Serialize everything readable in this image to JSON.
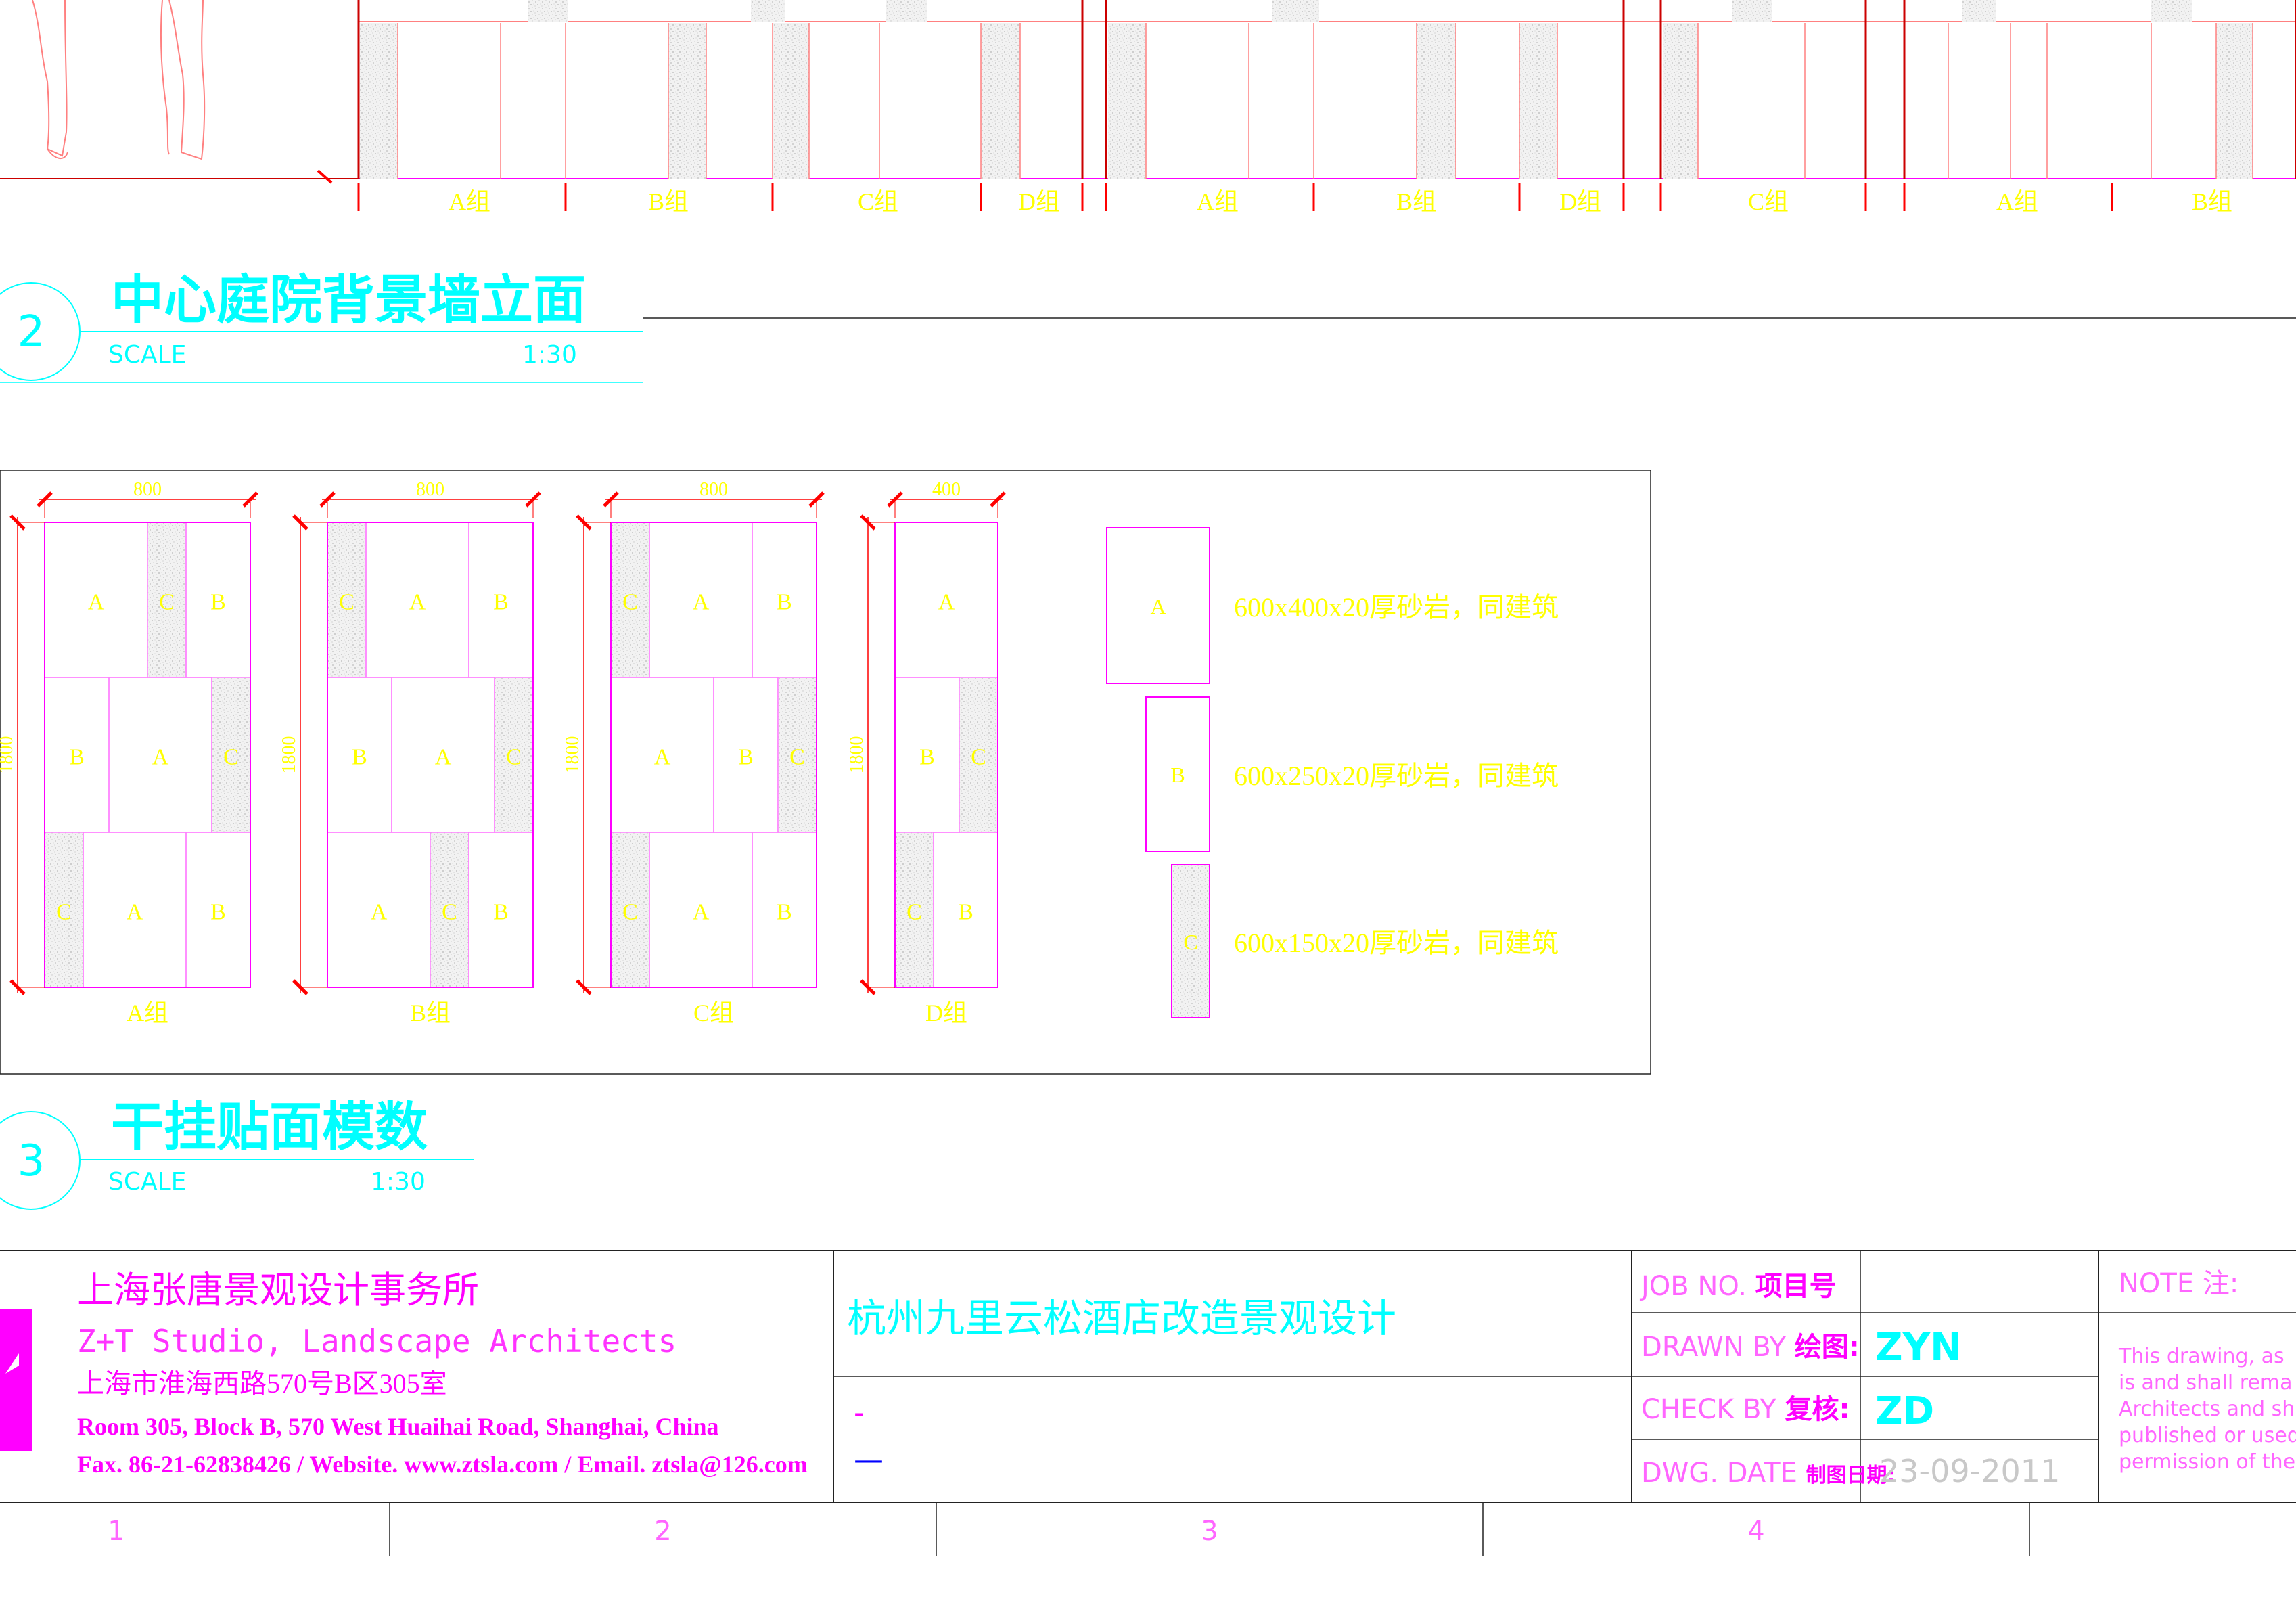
{
  "top_strip": {
    "group_labels": [
      "A组",
      "B组",
      "C组",
      "D组",
      "A组",
      "B组",
      "D组",
      "C组",
      "A组",
      "B组"
    ]
  },
  "section2": {
    "number": "2",
    "title": "中心庭院背景墙立面",
    "scale_label": "SCALE",
    "scale_value": "1:30"
  },
  "section3": {
    "number": "3",
    "title": "干挂贴面模数",
    "scale_label": "SCALE",
    "scale_value": "1:30"
  },
  "panels": [
    {
      "name": "A组",
      "width_dim": "800",
      "height_dim": "1800",
      "rows": [
        [
          "A",
          "C",
          "B"
        ],
        [
          "B",
          "A",
          "C"
        ],
        [
          "C",
          "A",
          "B"
        ]
      ]
    },
    {
      "name": "B组",
      "width_dim": "800",
      "height_dim": "1800",
      "rows": [
        [
          "C",
          "A",
          "B"
        ],
        [
          "B",
          "A",
          "C"
        ],
        [
          "A",
          "C",
          "B"
        ]
      ]
    },
    {
      "name": "C组",
      "width_dim": "800",
      "height_dim": "1800",
      "rows": [
        [
          "C",
          "A",
          "B"
        ],
        [
          "A",
          "B",
          "C"
        ],
        [
          "C",
          "A",
          "B"
        ]
      ]
    },
    {
      "name": "D组",
      "width_dim": "400",
      "height_dim": "1800",
      "rows": [
        [
          "A"
        ],
        [
          "B",
          "C"
        ],
        [
          "C",
          "B"
        ]
      ]
    }
  ],
  "legend": [
    {
      "letter": "A",
      "desc": "600x400x20厚砂岩，同建筑"
    },
    {
      "letter": "B",
      "desc": "600x250x20厚砂岩，同建筑"
    },
    {
      "letter": "C",
      "desc": "600x150x20厚砂岩，同建筑"
    }
  ],
  "title_block": {
    "firm_cn": "上海张唐景观设计事务所",
    "firm_en": "Z+T Studio, Landscape Architects",
    "address_cn": "上海市淮海西路570号B区305室",
    "address_en": "Room 305, Block B, 570 West Huaihai Road, Shanghai, China",
    "contact": "Fax. 86-21-62838426 / Website. www.ztsla.com / Email. ztsla@126.com",
    "project": "杭州九里云松酒店改造景观设计",
    "dash1": "-",
    "dash2": "—",
    "job_no_label_en": "JOB NO.",
    "job_no_label_cn": "项目号",
    "drawn_by_label_en": "DRAWN BY",
    "drawn_by_label_cn": "绘图:",
    "drawn_by": "ZYN",
    "check_by_label_en": "CHECK BY",
    "check_by_label_cn": "复核:",
    "check_by": "ZD",
    "date_label_en": "DWG. DATE",
    "date_label_cn": "制图日期:",
    "date": "23-09-2011",
    "note_label": "NOTE 注:",
    "note_lines": [
      "This drawing, as",
      "is and shall rema",
      "Architects and sh",
      "published or used",
      "permission of the"
    ]
  },
  "grid_numbers": [
    "1",
    "2",
    "3",
    "4"
  ],
  "colors": {
    "background": "#ffffff",
    "linework": "#ff0000",
    "panel_outline": "#ff00ff",
    "dimension_text": "#ffff00",
    "title_text": "#00ffff",
    "firm_text": "#ff00ff"
  }
}
